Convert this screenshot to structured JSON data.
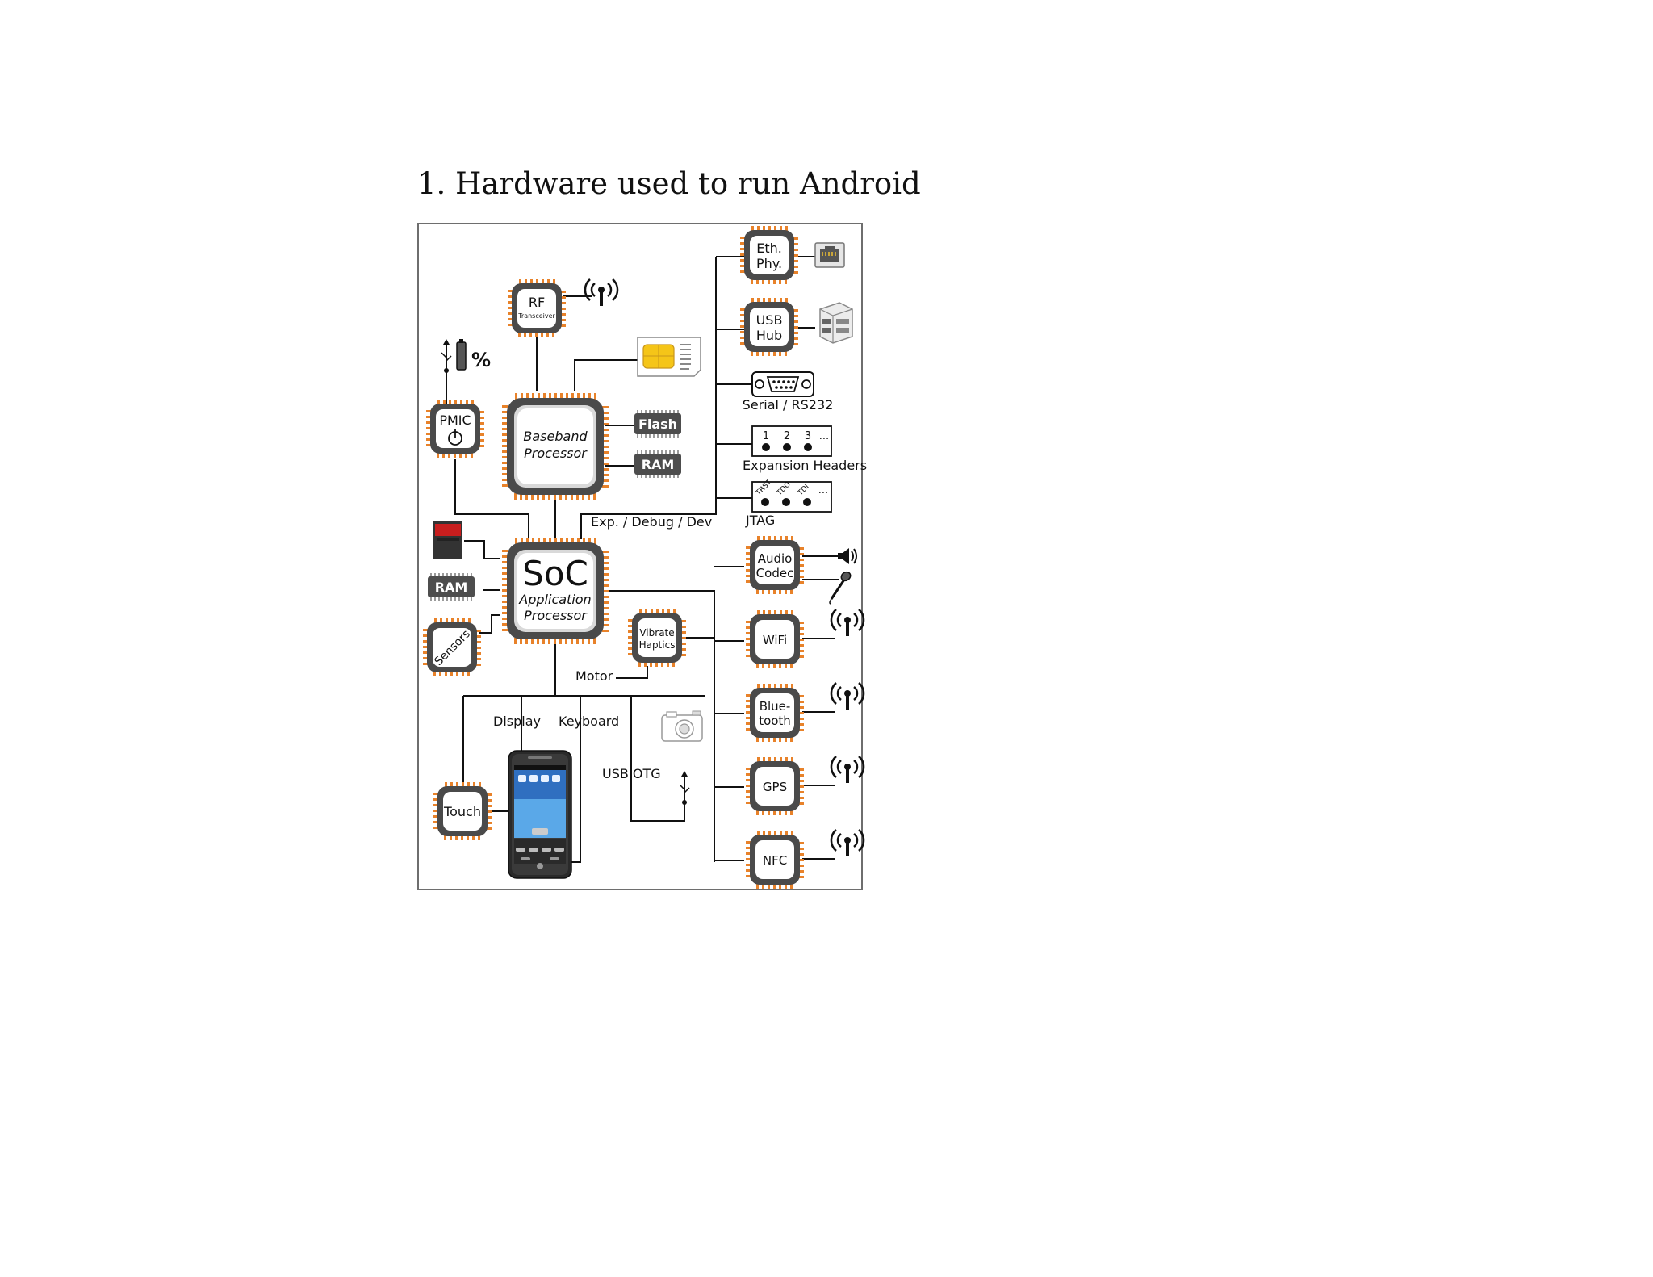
{
  "page": {
    "heading": "1. Hardware used to run Android"
  },
  "chips": {
    "rf": "RF",
    "rf_sub": "Transceiver",
    "pmic": "PMIC",
    "baseband_line1": "Baseband",
    "baseband_line2": "Processor",
    "soc": "SoC",
    "soc_line1": "Application",
    "soc_line2": "Processor",
    "sensors": "Sensors",
    "vibrate_line1": "Vibrate",
    "vibrate_line2": "Haptics",
    "touch": "Touch",
    "eth_line1": "Eth.",
    "eth_line2": "Phy.",
    "usb_hub_line1": "USB",
    "usb_hub_line2": "Hub",
    "audio_line1": "Audio",
    "audio_line2": "Codec",
    "wifi": "WiFi",
    "bluetooth_line1": "Blue-",
    "bluetooth_line2": "tooth",
    "gps": "GPS",
    "nfc": "NFC"
  },
  "memory": {
    "flash": "Flash",
    "baseband_ram": "RAM",
    "soc_ram": "RAM"
  },
  "labels": {
    "serial": "Serial / RS232",
    "expansion": "Expansion Headers",
    "jtag": "JTAG",
    "exp_debug": "Exp. / Debug / Dev",
    "motor": "Motor",
    "display": "Display",
    "keyboard": "Keyboard",
    "usb_otg": "USB OTG",
    "header_pins": [
      "1",
      "2",
      "3",
      "..."
    ],
    "jtag_pins": [
      "TRST",
      "TDO",
      "TDI",
      "..."
    ],
    "battery_percent": "%"
  },
  "colors": {
    "chip_body": "#4a4a4a",
    "chip_pin": "#e8822a",
    "chip_face": "#ffffff",
    "memory_body": "#4d4d4d",
    "sim_gold": "#f5c518",
    "line": "#111111"
  },
  "icons": [
    "antenna-icon",
    "sim-card-icon",
    "usb-icon",
    "battery-icon",
    "ethernet-port-icon",
    "usb-port-icon",
    "serial-port-icon",
    "speaker-icon",
    "microphone-icon",
    "sd-card-icon",
    "camera-icon",
    "phone-icon",
    "power-icon"
  ]
}
